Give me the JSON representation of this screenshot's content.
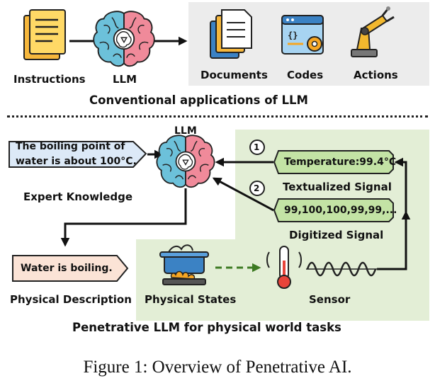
{
  "top": {
    "instructions_label": "Instructions",
    "llm_label": "LLM",
    "documents_label": "Documents",
    "codes_label": "Codes",
    "actions_label": "Actions",
    "section_title": "Conventional applications of LLM"
  },
  "bottom": {
    "llm_label": "LLM",
    "knowledge_text": "The boiling point of water is about 100°C.",
    "knowledge_line1": "The boiling point of",
    "knowledge_line2": "water is about 100°C.",
    "expert_knowledge_label": "Expert Knowledge",
    "physical_output_text": "Water is boiling.",
    "physical_description_label": "Physical Description",
    "step1": "1",
    "step2": "2",
    "textual_signal_value": "Temperature:99.4°C",
    "textual_signal_label": "Textualized Signal",
    "digitized_signal_value": "99,100,100,99,99,...",
    "digitized_signal_label": "Digitized Signal",
    "physical_states_label": "Physical States",
    "sensor_label": "Sensor",
    "section_title": "Penetrative LLM for physical world tasks"
  },
  "caption": "Figure 1: Overview of Penetrative AI.",
  "colors": {
    "gray_panel": "#ececec",
    "green_panel": "#e3eed6",
    "knowledge_box": "#dce9f7",
    "output_box": "#fbe3d6",
    "signal_box": "#c3e3a5",
    "brain_left": "#6cc1da",
    "brain_right": "#f08a9a"
  },
  "icons": [
    "document-stack-icon",
    "brain-icon",
    "documents-icon",
    "code-window-icon",
    "robot-arm-icon",
    "boiling-pot-icon",
    "thermometer-icon",
    "waveform-icon"
  ]
}
